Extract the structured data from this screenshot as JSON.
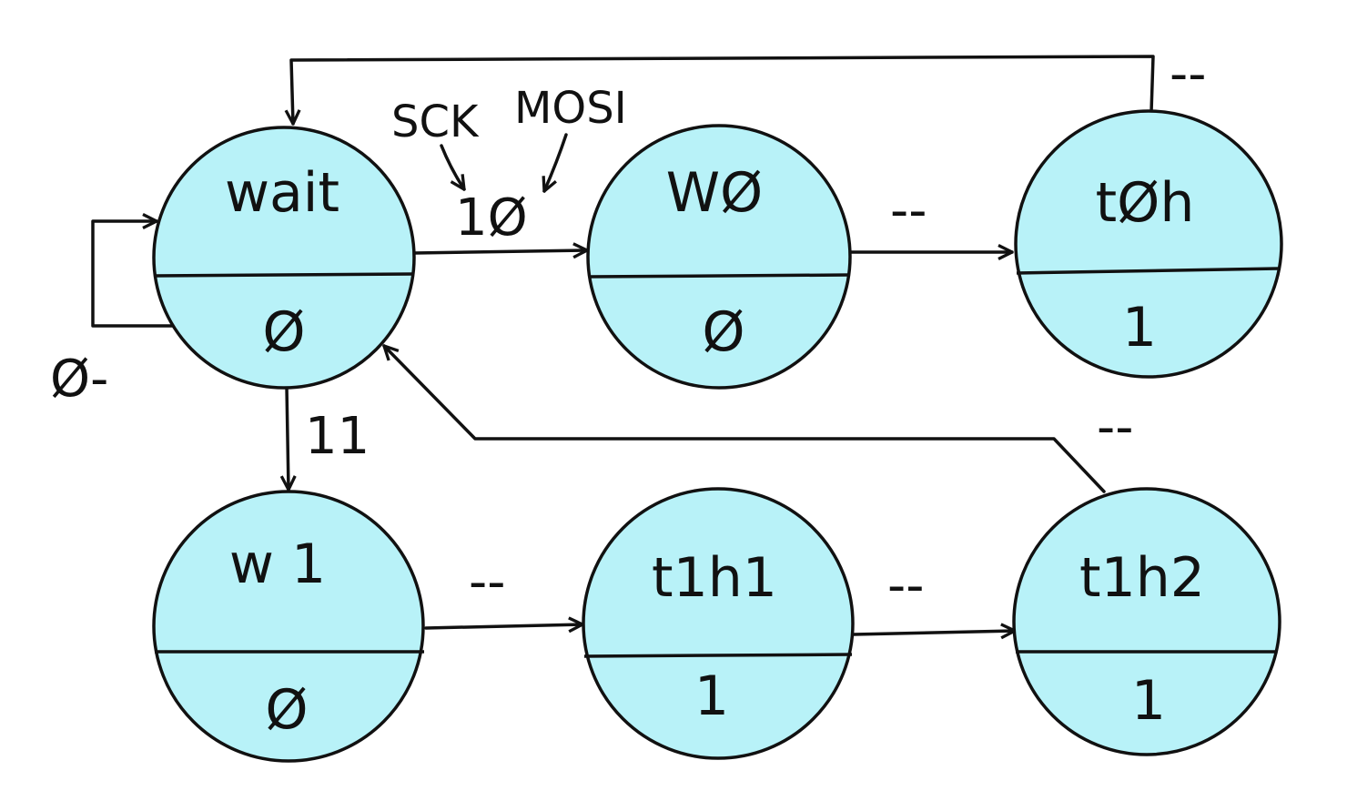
{
  "states": [
    {
      "id": "wait",
      "name": "wait",
      "output": "Ø"
    },
    {
      "id": "w0",
      "name": "WØ",
      "output": "Ø"
    },
    {
      "id": "t0h",
      "name": "tØh",
      "output": "1"
    },
    {
      "id": "w1",
      "name": "w 1",
      "output": "Ø"
    },
    {
      "id": "t1h1",
      "name": "t1h1",
      "output": "1"
    },
    {
      "id": "t1h2",
      "name": "t1h2",
      "output": "1"
    }
  ],
  "signals": {
    "sck": "SCK",
    "mosi": "MOSI"
  },
  "transitions": [
    {
      "id": "wait-self",
      "label": "Ø-"
    },
    {
      "id": "wait-w0",
      "label": "1Ø"
    },
    {
      "id": "w0-t0h",
      "label": "--"
    },
    {
      "id": "t0h-wait",
      "label": "--"
    },
    {
      "id": "wait-w1",
      "label": "11"
    },
    {
      "id": "w1-t1h1",
      "label": "--"
    },
    {
      "id": "t1h1-t1h2",
      "label": "--"
    },
    {
      "id": "t1h2-wait",
      "label": "--"
    }
  ],
  "colors": {
    "state_fill": "#b8f2f8",
    "stroke": "#111111",
    "background": "#ffffff"
  }
}
